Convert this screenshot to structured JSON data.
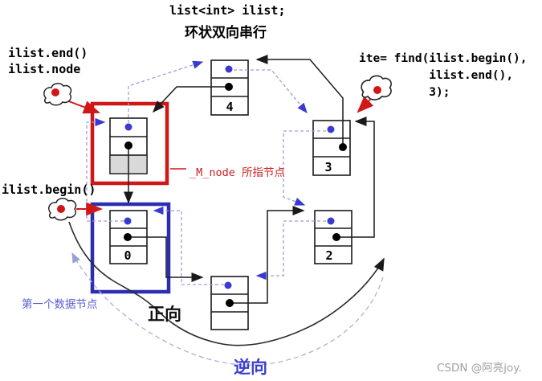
{
  "title": {
    "code": "list<int> ilist;",
    "subtitle_cn": "环状双向串行"
  },
  "labels": {
    "end_iterator": "ilist.end()\nilist.node",
    "begin_iterator": "ilist.begin()",
    "find_call": "ite= find(ilist.begin(),\n          ilist.end(),\n          3);",
    "mnode_annotation": "_M_node 所指节点",
    "first_data_node": "第一个数据节点",
    "forward_direction": "正向",
    "reverse_direction": "逆向",
    "watermark": "CSDN @阿亮joy."
  },
  "nodes": [
    {
      "id": "end-sentinel-node",
      "value": ""
    },
    {
      "id": "data-node-0",
      "value": "0"
    },
    {
      "id": "data-node-empty",
      "value": ""
    },
    {
      "id": "data-node-2",
      "value": "2"
    },
    {
      "id": "data-node-3",
      "value": "3"
    },
    {
      "id": "data-node-4",
      "value": "4"
    }
  ],
  "colors": {
    "highlight_red": "#d01616",
    "highlight_blue": "#2d2db4",
    "pointer_blue_dot": "#3a3ad0",
    "prev_link_dashed": "#9aa0d4",
    "next_link_black": "#1a1a1a",
    "sentinel_gray_cell": "#d9d9d9",
    "annotation_red_text": "#cc2020",
    "reverse_label_blue": "#3a3ecf",
    "watermark_gray": "#a0a0a0"
  }
}
